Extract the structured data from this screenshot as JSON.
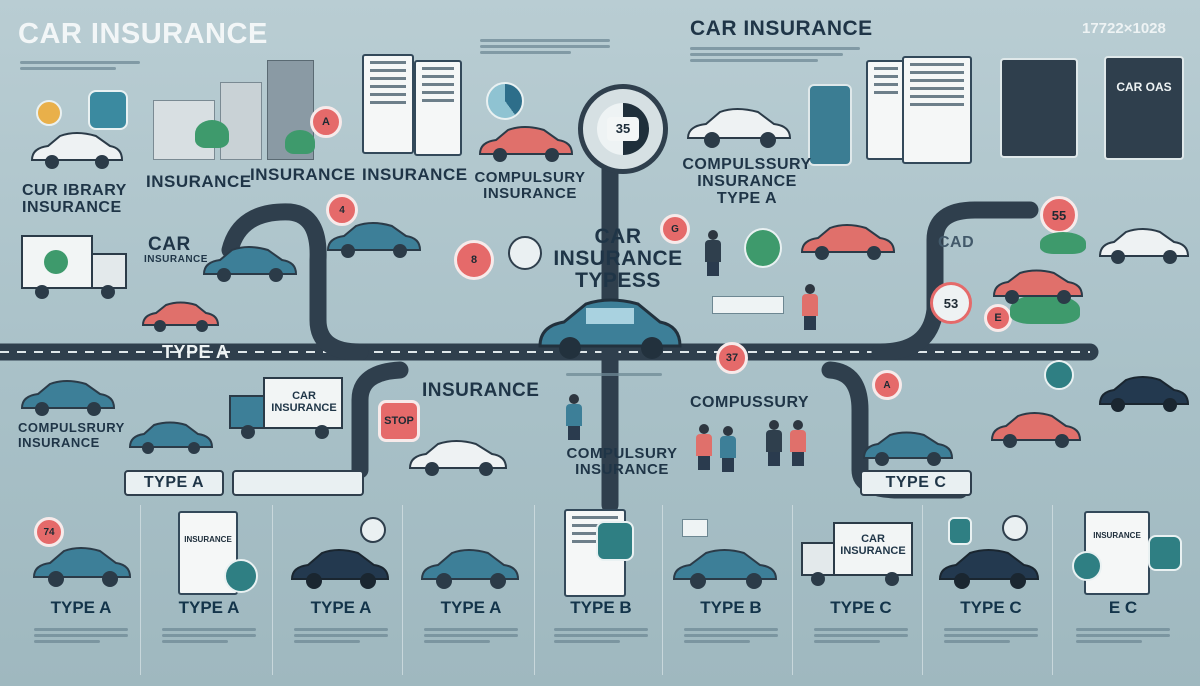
{
  "header": {
    "main_title": "CAR INSURANCE",
    "dimensions": "17722×1028",
    "right_title": "CAR INSURANCE",
    "right_doc_text": "CAR OAS"
  },
  "labels": {
    "insurance_1": "INSURANCE",
    "insurance_2": "INSURANCE",
    "insurance_3": "INSURANCE",
    "compulsory_top": "COMPULSURY INSURANCE",
    "car_library": "CUR IBRARY INSURANCE",
    "car_insurance_small": "CAR",
    "car_insurance_small_sub": "INSURANCE",
    "compulsory_type_a": "COMPULSSURY INSURANCE TYPE A",
    "center_title": "CAR INSURANCE TYPESS",
    "type_a_road": "TYPE A",
    "compulsory_left": "COMPULSRURY INSURANCE",
    "insurance_middle": "INSURANCE",
    "compusury": "COMPUSSURY",
    "compulsury_center": "COMPULSURY INSURANCE",
    "type_a_left": "TYPE A",
    "type_c_right": "TYPE C",
    "cad_label": "CAD",
    "truck_text": "CAR INSURANCE",
    "stop_sign": "STOP",
    "gauge_text": "35",
    "sign_35": "35",
    "sign_55": "55",
    "sign_53": "53",
    "sign_37": "37",
    "sign_e": "E"
  },
  "cards": [
    {
      "label": "TYPE A"
    },
    {
      "label": "TYPE A"
    },
    {
      "label": "TYPE A"
    },
    {
      "label": "TYPE A"
    },
    {
      "label": "TYPE B"
    },
    {
      "label": "TYPE B"
    },
    {
      "label": "TYPE C"
    },
    {
      "label": "TYPE C"
    },
    {
      "label": "E C"
    }
  ],
  "card_overlays": {
    "doc_insurance_1": "INSURANCE",
    "truck_label": "CAR INSURANCE",
    "doc_insurance_2": "INSURANCE"
  },
  "colors": {
    "background": "#aec4ca",
    "road": "#2f3f4d",
    "car_teal": "#3d7f98",
    "car_white": "#eef2f3",
    "car_red": "#e0706b",
    "car_navy": "#23394f",
    "sign_red": "#e56a6a",
    "accent_green": "#3e9a6c"
  }
}
